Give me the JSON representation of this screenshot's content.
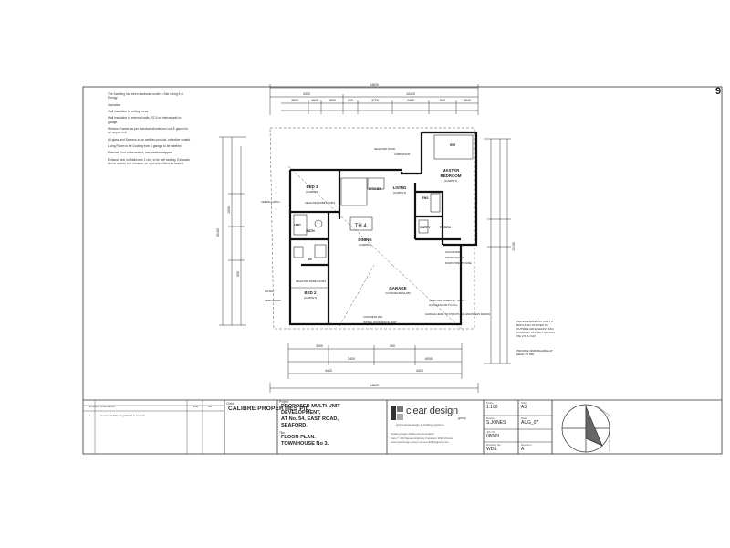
{
  "page_number": "9",
  "notes": [
    "The Dwelling has been assessed under a Star rating 5 or Energy.",
    "Insulation",
    "Wall insulation to ceiling areas.",
    "Wall insulation to external walls, R2.5 or internal wall to garage.",
    "Window Frames as per standard aluminium Low-E glazed to all, as per unit.",
    "All glass and Screens to be certified product, reflective coated.",
    "Living Room to be Ducting from 1 garage to be labelled.",
    "External Door to be sealed, and weatherstripped.",
    "Exhaust fans on Bathroom 1 unit, to be self sealing. Exhausts fan be ducted to it exhaust, on roof when fitted as sealed."
  ],
  "rooms": {
    "bed3": "BED 3",
    "bed3_sub": "(CARPET)",
    "living": "LIVING",
    "living_sub": "(CARPET)",
    "master": "MASTER",
    "master2": "BEDROOM",
    "master_sub": "(CARPET)",
    "th4": "TH 4.",
    "dining": "DINING",
    "dining_sub": "(CARPET)",
    "bath": "BATH",
    "ens": "ENS",
    "entry": "ENTRY",
    "porch": "PORCH",
    "bed2": "BED 2",
    "bed2_sub": "(CARPET)",
    "garage": "GARAGE",
    "garage_sub": "(CONCRETE SLAB)",
    "ldry": "LDRY",
    "kitchen": "KITCHEN",
    "wir": "WIR",
    "sc": "SC"
  },
  "dimensions": {
    "overall_top": "14620",
    "left_top": "4320",
    "right_top": "10420",
    "overall_bottom": "14620",
    "bottom_a": "4420",
    "bottom_b": "4420",
    "left_overall": "15100",
    "right_overall": "15100",
    "seg": [
      "3800",
      "4620",
      "1800",
      "900",
      "3720",
      "2480",
      "540",
      "1540",
      "3000",
      "990",
      "2400",
      "6000",
      "1000",
      "500"
    ]
  },
  "callouts": {
    "c1": "CEILING HATCH",
    "c2": "SELECTED ROBE DOORS",
    "c3": "SELECTED DOOR",
    "c4": "SELECTED ROBE DOORS",
    "c5": "SELECTED PANEL/LIFT TRACK",
    "c6": "GARAGE DOOR TO 2.0m",
    "c7": "GARAGE LEVEL TO STRUCTURAL ENGINEERS DESIGN",
    "c8": "COMP. DOOR",
    "c9": "GAS METER",
    "c10": "WATER HEATER",
    "c11": "DOWN PIPES TO SIDE",
    "c12": "CONCRETE PAD",
    "c13": "INSTALL ROOF SPACE VENT",
    "c14": "200 BLK",
    "c15": "HEAD HEIGHT",
    "c16": "PROVIDE EXHAUST FAN TO BATH & EN. DUCTED TO OUTSIDE AIR EXHAUST FAN COUPLED TO LIGHT SWITCH FIG 2.5, & CLR",
    "c17": "PROVIDE DIMINISHABLE AT HEAD TO 800"
  },
  "title_block": {
    "rev_header": [
      "Revision",
      "Amendment",
      "Date",
      "Init"
    ],
    "rev_row": [
      "A",
      "Issued for Planning Permit & Council",
      "",
      ""
    ],
    "client_label": "Client",
    "client": "CALIBRE PROPERTIES P/L.",
    "project_label": "Project",
    "project_lines": [
      "PROPOSED MULTI-UNIT DEVELOPMENT,",
      "AT No. 54, EAST ROAD,",
      "SEAFORD."
    ],
    "title_label": "Title",
    "title_lines": [
      "FLOOR PLAN.",
      "TOWNHOUSE No 3."
    ],
    "logo_name": "clear design",
    "logo_sub": "group",
    "logo_tag": "architectural design & drafting solutions",
    "contact_lines": [
      "building design   drafting   documentation",
      "Suite 7, 459 Nepean Highway, Frankston 3199 Victoria",
      "www.clear design group.com.au   clrd@bigpond.com"
    ],
    "scale_label": "Scale",
    "scale": "1:100",
    "date_label": "Date",
    "date": "AUG_07",
    "drawn_label": "Drawn",
    "drawn": "S.JONES",
    "size_label": "Size",
    "size": "A3",
    "job_label": "Job No.",
    "job": "08009",
    "sheet_label": "Drawing No.",
    "sheet": "WD6.",
    "rev_label": "Revision",
    "rev": "A"
  }
}
